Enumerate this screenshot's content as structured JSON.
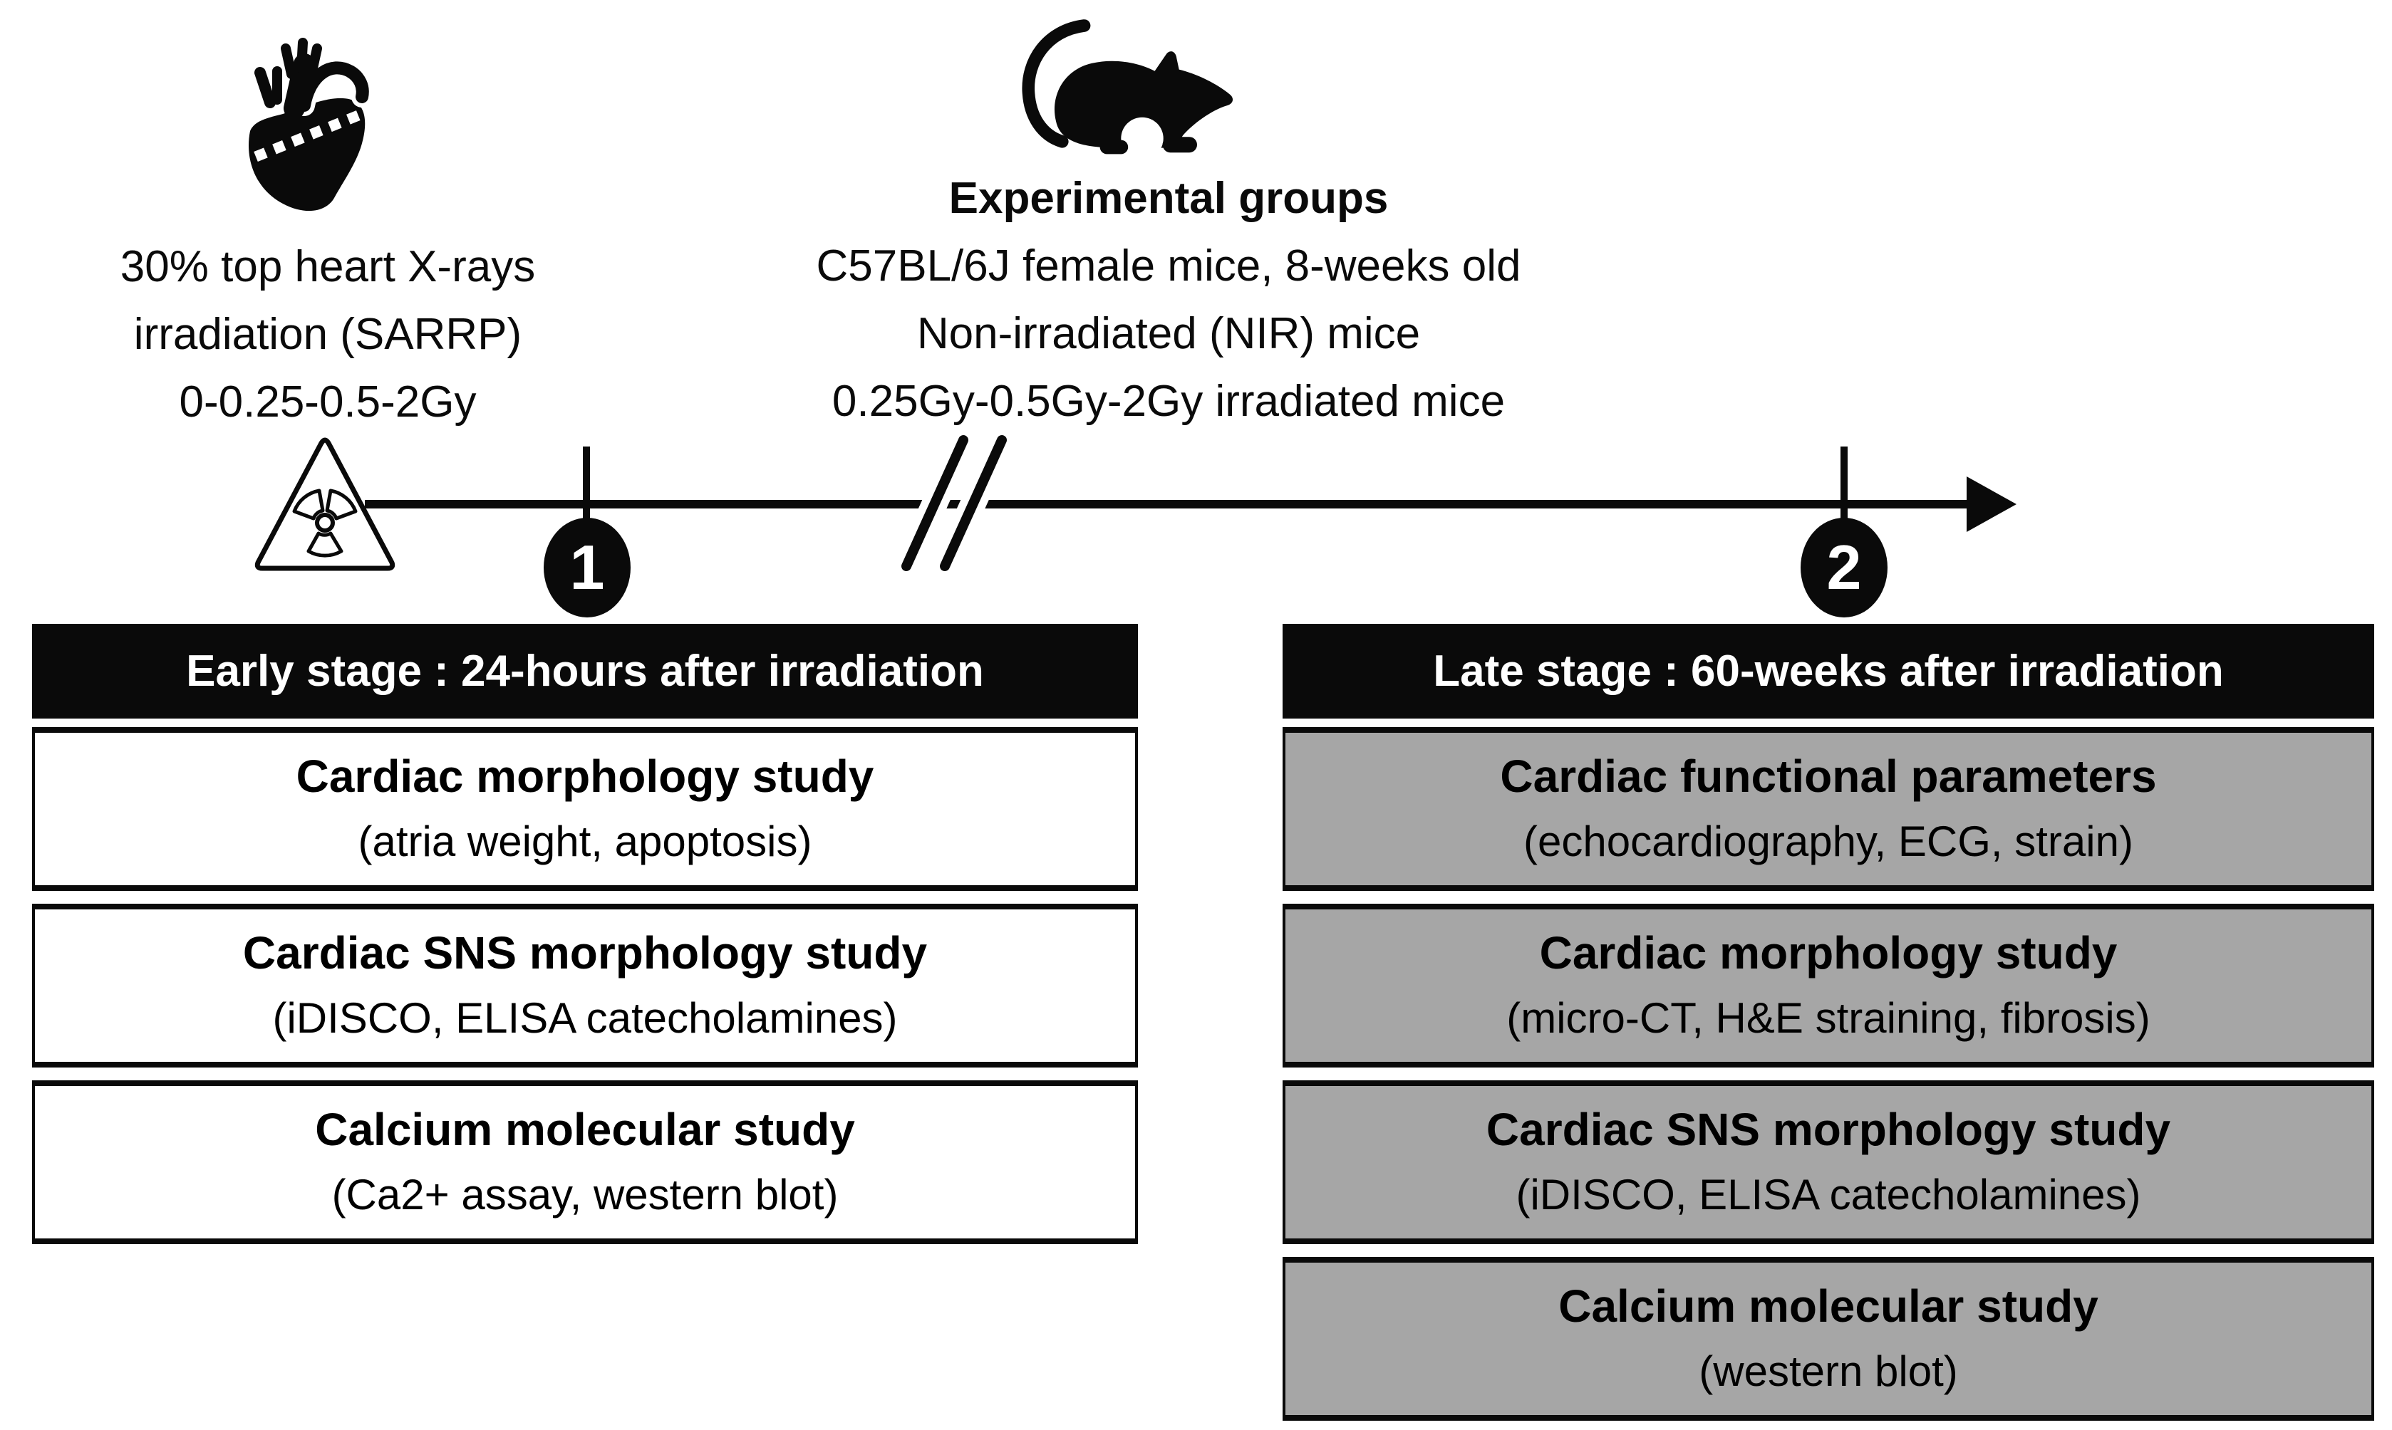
{
  "colors": {
    "background": "#ffffff",
    "ink": "#000000",
    "early_box_fill": "#ffffff",
    "late_box_fill": "#a6a6a6",
    "header_fill": "#0a0a0a",
    "header_text": "#ffffff"
  },
  "icons": {
    "heart": "anatomical-heart-icon-with-dashed-cut-line",
    "mouse": "mouse-silhouette-icon",
    "radiation": "radiation-warning-triangle-icon",
    "timeline_break": "timeline-break-icon",
    "arrowhead": "timeline-arrowhead-icon"
  },
  "irradiation_info": {
    "lines": [
      "30% top heart X-rays",
      "irradiation (SARRP)",
      "0-0.25-0.5-2Gy"
    ]
  },
  "experimental_groups": {
    "title": "Experimental groups",
    "lines": [
      "C57BL/6J female mice, 8-weeks old",
      "Non-irradiated (NIR) mice",
      "0.25Gy-0.5Gy-2Gy irradiated mice"
    ]
  },
  "timeline": {
    "marker1_label": "1",
    "marker2_label": "2"
  },
  "early_stage": {
    "header": "Early stage : 24-hours after irradiation",
    "boxes": [
      {
        "title": "Cardiac morphology study",
        "subtitle": "(atria weight, apoptosis)"
      },
      {
        "title": "Cardiac SNS morphology study",
        "subtitle": "(iDISCO, ELISA catecholamines)"
      },
      {
        "title": "Calcium molecular study",
        "subtitle": "(Ca2+ assay, western blot)"
      }
    ]
  },
  "late_stage": {
    "header": "Late stage : 60-weeks after irradiation",
    "boxes": [
      {
        "title": "Cardiac functional parameters",
        "subtitle": "(echocardiography, ECG, strain)"
      },
      {
        "title": "Cardiac morphology study",
        "subtitle": "(micro-CT, H&E straining, fibrosis)"
      },
      {
        "title": "Cardiac SNS morphology study",
        "subtitle": "(iDISCO, ELISA catecholamines)"
      },
      {
        "title": "Calcium molecular study",
        "subtitle": "(western blot)"
      }
    ]
  }
}
